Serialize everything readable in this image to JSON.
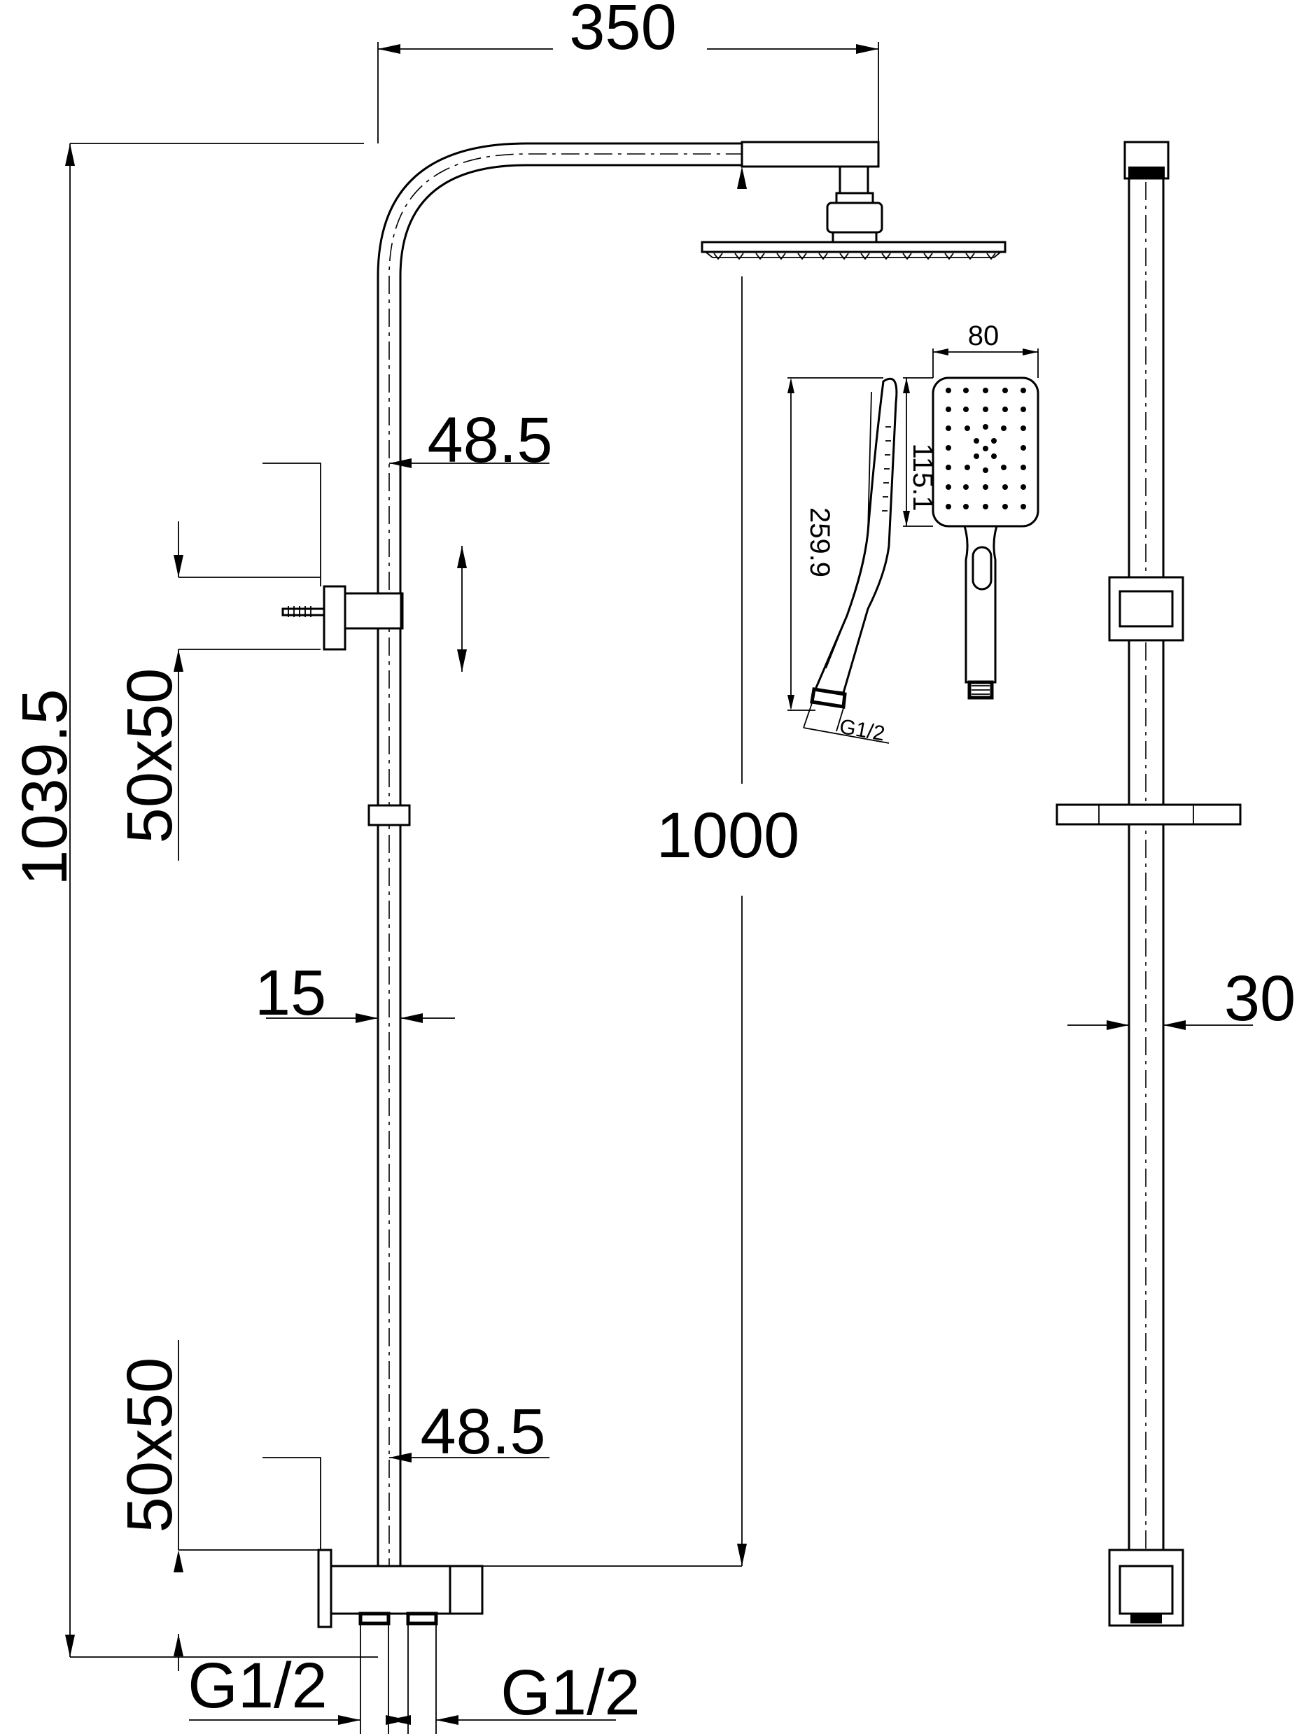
{
  "dimensions": {
    "arm_reach": "350",
    "total_height": "1039.5",
    "riser_length": "1000",
    "outlet_depth_top": "48.5",
    "outlet_depth_bottom": "48.5",
    "pipe_diameter": "15",
    "bracket_top": "50x50",
    "bracket_bottom": "50x50",
    "inlet_left": "G1/2",
    "inlet_right": "G1/2",
    "side_width": "30",
    "handset_width": "80",
    "handset_head_length": "115.1",
    "handset_total_length": "259.9",
    "handset_thread": "G1/2"
  }
}
